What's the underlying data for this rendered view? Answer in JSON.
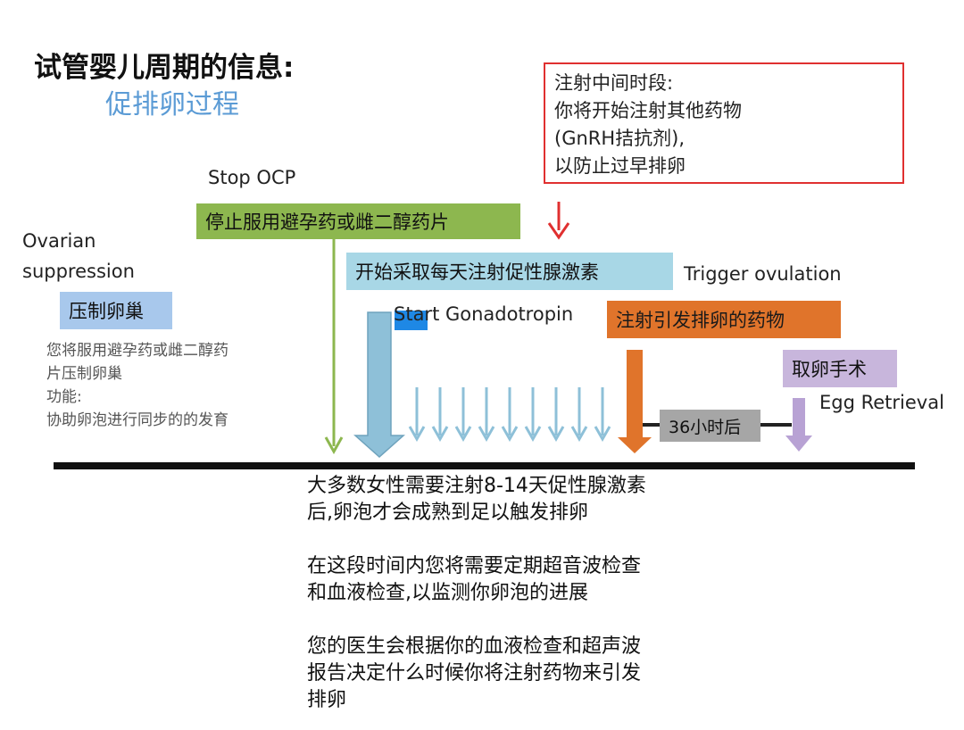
{
  "title": "试管婴儿周期的信息:",
  "subtitle": "促排卵过程",
  "note_box": {
    "lines": [
      "注射中间时段:",
      "你将开始注射其他药物",
      "(GnRH拮抗剂),",
      "以防止过早排卵"
    ]
  },
  "stop_ocp": {
    "en": "Stop OCP",
    "zh": "停止服用避孕药或雌二醇药片"
  },
  "ovarian_suppression": {
    "en_line1": "Ovarian",
    "en_line2": "suppression",
    "zh": "压制卵巢",
    "desc_lines": [
      "您将服用避孕药或雌二醇药",
      "片压制卵巢",
      "功能:",
      "协助卵泡进行同步的的发育"
    ]
  },
  "gonadotropin": {
    "zh": "开始采取每天注射促性腺激素",
    "en": "Start Gonadotropin"
  },
  "trigger": {
    "en": "Trigger ovulation",
    "zh": "注射引发排卵的药物"
  },
  "egg_retrieval": {
    "zh": "取卵手术",
    "en": "Egg Retrieval"
  },
  "interval": "36小时后",
  "bottom_text": {
    "p1": [
      "大多数女性需要注射8-14天促性腺激素",
      "后,卵泡才会成熟到足以触发排卵"
    ],
    "p2": [
      "在这段时间内您将需要定期超音波检查",
      "和血液检查,以监测你卵泡的进展"
    ],
    "p3": [
      "您的医生会根据你的血液检查和超声波",
      "报告决定什么时候你将注射药物来引发",
      "排卵"
    ]
  },
  "colors": {
    "green": "#8db74f",
    "light_blue": "#a8d7e6",
    "orange": "#e0742b",
    "purple": "#c8b6dc",
    "gray": "#a6a6a6",
    "red": "#e03030",
    "steel_blue_arrow": "#8ec0d8"
  },
  "icons": [
    "down-arrow-red-icon",
    "down-arrow-green-icon",
    "down-arrow-big-blue-icon",
    "down-arrow-small-blue-icon",
    "down-arrow-orange-icon",
    "down-arrow-purple-icon"
  ]
}
